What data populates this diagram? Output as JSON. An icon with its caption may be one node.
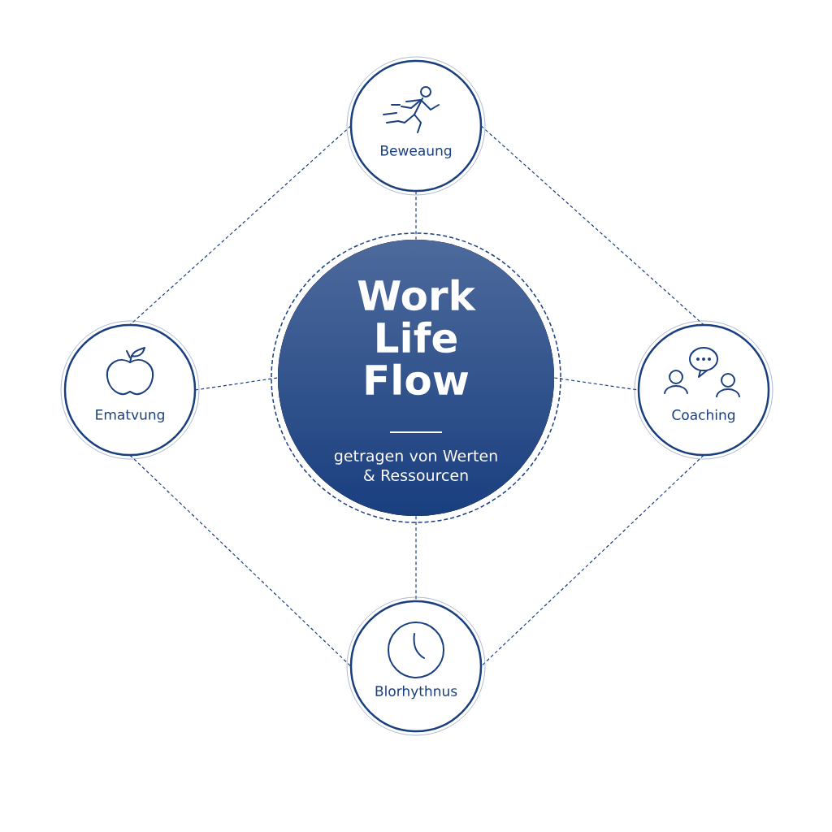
{
  "diagram": {
    "nodes": [
      {
        "text": [
          "Work Life Flow",
          "getragen von Werten & Ressourcen"
        ]
      },
      {
        "text": [
          "Beweaung"
        ]
      },
      {
        "text": [
          "Ematvung"
        ]
      },
      {
        "text": [
          "Coaching"
        ]
      },
      {
        "text": [
          "Blorhythnus"
        ]
      }
    ],
    "edges": [
      {
        "from": 1,
        "to": 0,
        "arrow": "none",
        "style": "dashed"
      },
      {
        "from": 2,
        "to": 0,
        "arrow": "none",
        "style": "dashed"
      },
      {
        "from": 0,
        "to": 3,
        "arrow": "none",
        "style": "dashed"
      },
      {
        "from": 0,
        "to": 4,
        "arrow": "none",
        "style": "dashed"
      },
      {
        "from": 1,
        "to": 2,
        "arrow": "none",
        "style": "dashed"
      },
      {
        "from": 1,
        "to": 3,
        "arrow": "none",
        "style": "dashed"
      },
      {
        "from": 2,
        "to": 4,
        "arrow": "none",
        "style": "dashed"
      },
      {
        "from": 3,
        "to": 4,
        "arrow": "none",
        "style": "dashed"
      }
    ]
  }
}
